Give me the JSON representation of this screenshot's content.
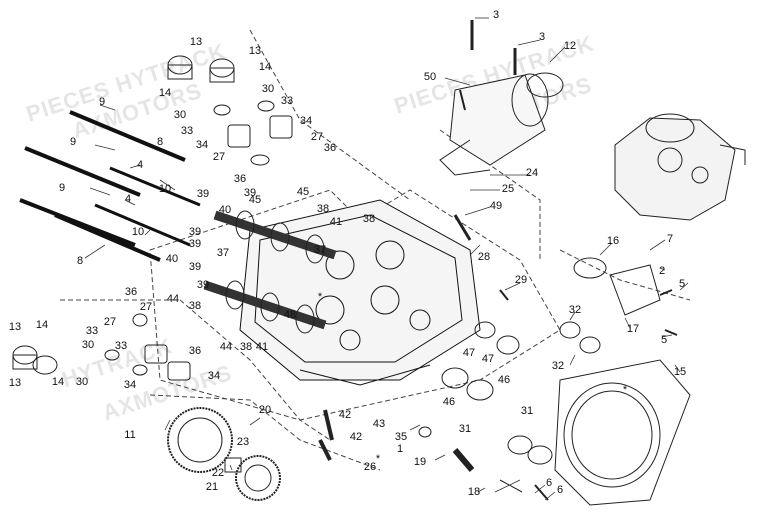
{
  "watermarks": [
    "PIECES HYTRACK",
    "AXMOTORS",
    "PIECES HYTRACK",
    "AXMOTORS",
    "HYTRACK",
    "AXMOTORS"
  ],
  "callouts": [
    {
      "t": "1"
    },
    {
      "t": "2"
    },
    {
      "t": "3"
    },
    {
      "t": "3"
    },
    {
      "t": "4"
    },
    {
      "t": "4"
    },
    {
      "t": "5"
    },
    {
      "t": "5"
    },
    {
      "t": "6"
    },
    {
      "t": "6"
    },
    {
      "t": "7"
    },
    {
      "t": "8"
    },
    {
      "t": "8"
    },
    {
      "t": "9"
    },
    {
      "t": "9"
    },
    {
      "t": "9"
    },
    {
      "t": "10"
    },
    {
      "t": "10"
    },
    {
      "t": "11"
    },
    {
      "t": "12"
    },
    {
      "t": "13"
    },
    {
      "t": "13"
    },
    {
      "t": "13"
    },
    {
      "t": "13"
    },
    {
      "t": "14"
    },
    {
      "t": "14"
    },
    {
      "t": "14"
    },
    {
      "t": "14"
    },
    {
      "t": "15"
    },
    {
      "t": "16"
    },
    {
      "t": "17"
    },
    {
      "t": "18"
    },
    {
      "t": "19"
    },
    {
      "t": "20"
    },
    {
      "t": "21"
    },
    {
      "t": "22"
    },
    {
      "t": "23"
    },
    {
      "t": "24"
    },
    {
      "t": "25"
    },
    {
      "t": "26"
    },
    {
      "t": "27"
    },
    {
      "t": "27"
    },
    {
      "t": "27"
    },
    {
      "t": "27"
    },
    {
      "t": "28"
    },
    {
      "t": "29"
    },
    {
      "t": "30"
    },
    {
      "t": "30"
    },
    {
      "t": "30"
    },
    {
      "t": "30"
    },
    {
      "t": "31"
    },
    {
      "t": "31"
    },
    {
      "t": "32"
    },
    {
      "t": "32"
    },
    {
      "t": "33"
    },
    {
      "t": "33"
    },
    {
      "t": "33"
    },
    {
      "t": "33"
    },
    {
      "t": "34"
    },
    {
      "t": "34"
    },
    {
      "t": "34"
    },
    {
      "t": "34"
    },
    {
      "t": "35"
    },
    {
      "t": "36"
    },
    {
      "t": "36"
    },
    {
      "t": "36"
    },
    {
      "t": "36"
    },
    {
      "t": "37"
    },
    {
      "t": "37"
    },
    {
      "t": "38"
    },
    {
      "t": "38"
    },
    {
      "t": "38"
    },
    {
      "t": "38"
    },
    {
      "t": "39"
    },
    {
      "t": "39"
    },
    {
      "t": "39"
    },
    {
      "t": "39"
    },
    {
      "t": "39"
    },
    {
      "t": "39"
    },
    {
      "t": "40"
    },
    {
      "t": "40"
    },
    {
      "t": "41"
    },
    {
      "t": "41"
    },
    {
      "t": "42"
    },
    {
      "t": "42"
    },
    {
      "t": "43"
    },
    {
      "t": "44"
    },
    {
      "t": "44"
    },
    {
      "t": "45"
    },
    {
      "t": "45"
    },
    {
      "t": "46"
    },
    {
      "t": "46"
    },
    {
      "t": "47"
    },
    {
      "t": "47"
    },
    {
      "t": "48"
    },
    {
      "t": "49"
    },
    {
      "t": "50"
    },
    {
      "t": "*"
    },
    {
      "t": "*"
    },
    {
      "t": "*"
    }
  ]
}
